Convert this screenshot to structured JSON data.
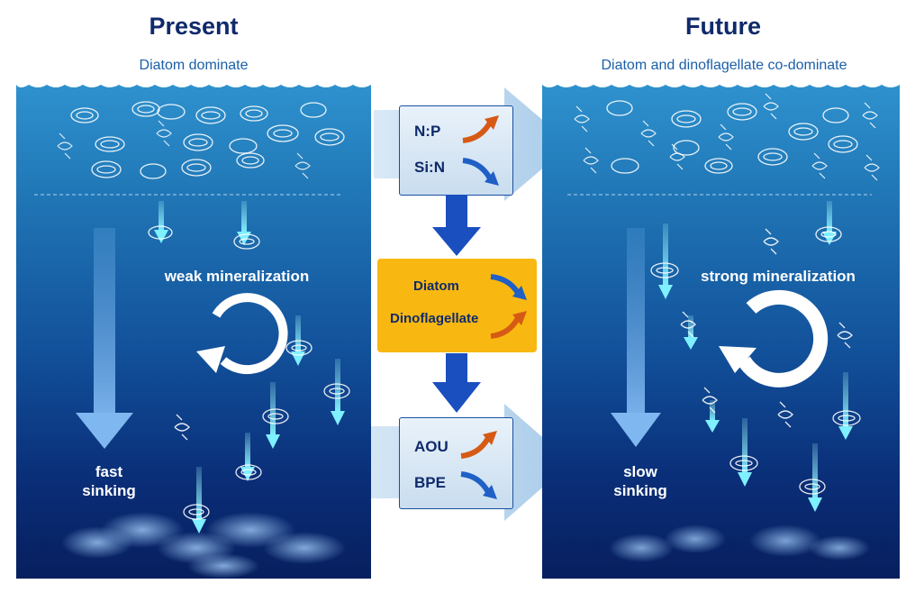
{
  "left_panel": {
    "title": "Present",
    "subtitle": "Diatom dominate",
    "mineralization": "weak mineralization",
    "sinking": [
      "fast",
      "sinking"
    ]
  },
  "right_panel": {
    "title": "Future",
    "subtitle": "Diatom and dinoflagellate co-dominate",
    "mineralization": "strong mineralization",
    "sinking": [
      "slow",
      "sinking"
    ]
  },
  "center": {
    "nutrient_box": [
      {
        "label": "N:P",
        "trend": "up"
      },
      {
        "label": "Si:N",
        "trend": "down"
      }
    ],
    "plankton_box": [
      {
        "label": "Diatom",
        "trend": "down"
      },
      {
        "label": "Dinoflagellate",
        "trend": "up"
      }
    ],
    "oxygen_box": [
      {
        "label": "AOU",
        "trend": "up"
      },
      {
        "label": "BPE",
        "trend": "down"
      }
    ]
  },
  "colors": {
    "title": "#0f2a6b",
    "subtitle": "#1a5fa8",
    "increase_arrow": "#d65a15",
    "decrease_arrow": "#1f5fc6",
    "highlight_box": "#f9b811",
    "flow_arrow": "#1a4fbf"
  }
}
